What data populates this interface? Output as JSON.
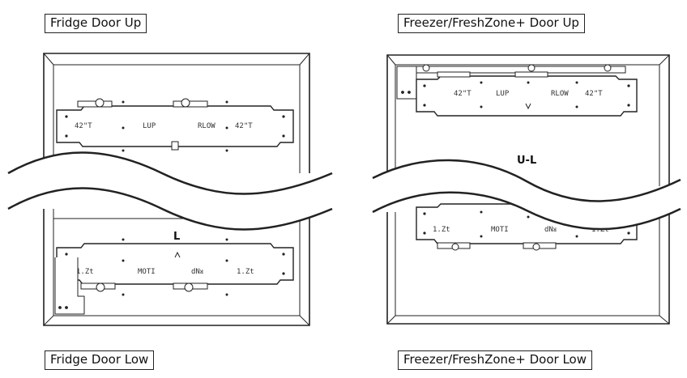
{
  "labels": {
    "fridge_up": "Fridge Door Up",
    "freezer_up": "Freezer/FreshZone+ Door Up",
    "fridge_low": "Fridge Door Low",
    "freezer_low": "Freezer/FreshZone+ Door Low"
  },
  "fridge": {
    "upper_plate": [
      "42\"T",
      "LUP",
      "RLOW",
      "42\"T"
    ],
    "lower_plate": [
      "1.Zt",
      "MOTI",
      "dNᴚ",
      "1.Zt"
    ],
    "center_mark": "L"
  },
  "freezer": {
    "upper_plate": [
      "42\"T",
      "LUP",
      "RLOW",
      "42\"T"
    ],
    "lower_plate": [
      "1.Zt",
      "MOTI",
      "dNᴚ",
      "1.Zt"
    ],
    "center_mark": "U-L"
  }
}
